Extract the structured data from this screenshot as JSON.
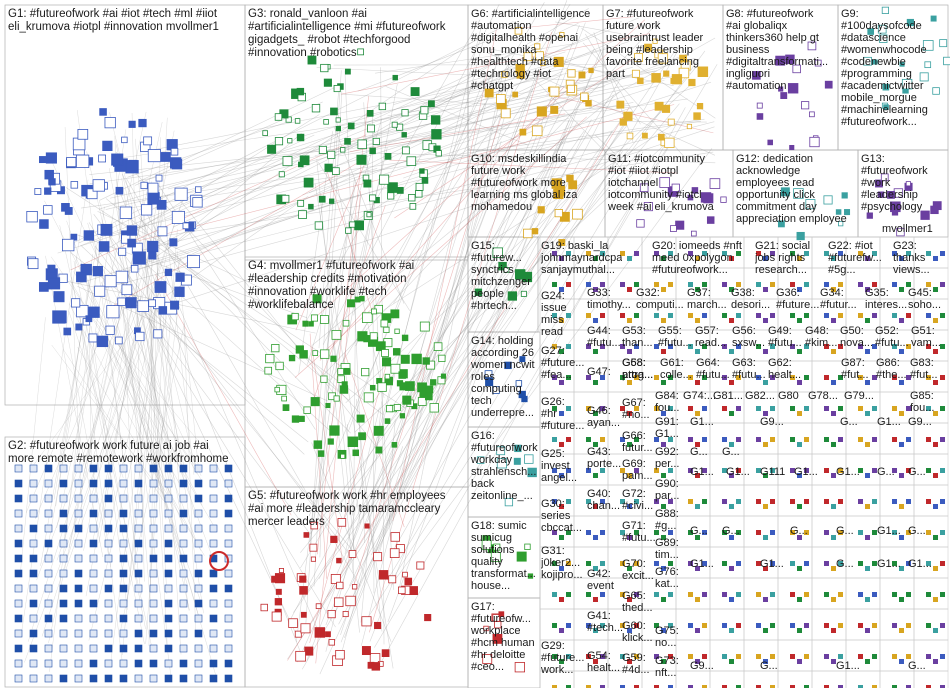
{
  "title": "#futureofwork NodeXL group map",
  "colors": {
    "edge": "#8c8c8c",
    "g1": "#3b5bbf",
    "g2": "#1f4fa8",
    "g3": "#1e8a3a",
    "g4": "#2f9e2f",
    "g5": "#c0282b",
    "g6": "#d8a520",
    "g7": "#e0b030",
    "g8": "#6a3fa0",
    "g9": "#3aa0a0",
    "border": "#b0b0b0",
    "highlight": "#cc2a2a"
  },
  "groups": [
    {
      "id": "G1",
      "text": "G1: #futureofwork #ai #iot #tech #ml #iiot\neli_krumova #iotpl #innovation mvollmer1"
    },
    {
      "id": "G2",
      "text": "G2: #futureofwork work future ai job #ai\nmore remote #remotework #workfromhome"
    },
    {
      "id": "G3",
      "text": "G3: ronald_vanloon #ai\n#artificialintelligence #mi #futureofwork\ngigadgets_ #robot #techforgood\n#innovation #robotics"
    },
    {
      "id": "G4",
      "text": "G4: mvollmer1 #futureofwork #ai\n#leadership credits #motivation\n#innovation #worklife #tech\n#worklifebalance"
    },
    {
      "id": "G5",
      "text": "G5: #futureofwork work #hr employees\n#ai more #leadership tamaramccleary\nmercer leaders"
    },
    {
      "id": "G6",
      "text": "G6: #artificialintelligence\n#automation\n#digitalhealth #openai\nsonu_monika\n#healthtech #data\n#technology #iot\n#chatgpt"
    },
    {
      "id": "G7",
      "text": "G7: #futureofwork\nfuture work\nusebraintrust leader\nbeing #leadership\nfavorite freelancing\npart"
    },
    {
      "id": "G8",
      "text": "G8: #futureofwork\n#ai globaliqx\nthinkers360 help gt\nbusiness\n#digitaltransformati...\ningliguori\n#automation"
    },
    {
      "id": "G9",
      "text": "G9:\n#100daysofcode\n#datascience\n#womenwhocode\n#codenewbie\n#programming\n#academictwitter\nmobile_morgue\n#machinelearning\n#futureofwork..."
    },
    {
      "id": "G10",
      "text": "G10: msdeskillindia\nfuture work\n#futureofwork more\nlearning ms global iza\nmohamedou"
    },
    {
      "id": "G11",
      "text": "G11: #iotcommunity\n#iot #iiot #iotpl\niotchannel\niotcommunity #iotcl\nweek #ai eli_krumova"
    },
    {
      "id": "G12",
      "text": "G12: dedication\nacknowledge\nemployees read\nopportunity click\ncommitment day\nappreciation employee"
    },
    {
      "id": "G13",
      "text": "G13:\n#futureofwork\n#work\n#leadership\n#psychology"
    },
    {
      "id": "G13b",
      "text": "mvollmer1"
    },
    {
      "id": "G14",
      "text": "G14: holding\naccording 26\nwomen ncwit\nroles\ncomputing\ntech\nunderrepre..."
    },
    {
      "id": "G15",
      "text": "G15:\n#futurew...\nsynctrics\nmitchzenger\npeople\n#hrtech..."
    },
    {
      "id": "G16",
      "text": "G16:\n#futureofwork\nworkday\nstrahlensch...\nback\nzeitonline_..."
    },
    {
      "id": "G17",
      "text": "G17:\n#futureofw...\nworkplace\n#hcm human\n#hr deloitte\n#ceo..."
    },
    {
      "id": "G18",
      "text": "G18: sumic\nsumicug\nsolutions\nquality\ntransformat...\nhouse..."
    },
    {
      "id": "G19",
      "text": "G19: baski_la\njohnmaynardcpa\nsanjaymuthal..."
    },
    {
      "id": "G20",
      "text": "G20: iomeeds #nft\nmeed 0xpolygon\n#futureofwork..."
    },
    {
      "id": "G21",
      "text": "G21: social\njobs rights\nresearch..."
    },
    {
      "id": "G22",
      "text": "G22: #iot\n#futurefw...\n#5g..."
    },
    {
      "id": "G23",
      "text": "G23:\nthanks\nviews..."
    },
    {
      "id": "G24",
      "text": "G24:\nissue\nmiss\nread"
    },
    {
      "id": "G25",
      "text": "G25:\ninvest\nangel..."
    },
    {
      "id": "G26",
      "text": "G26:\n#hr\n#future..."
    },
    {
      "id": "G27",
      "text": "G27:\n#future...\n#fea..."
    },
    {
      "id": "G29",
      "text": "G29:\n#future...\nwork..."
    },
    {
      "id": "G30",
      "text": "G30:\nseries\ncbccat..."
    },
    {
      "id": "G31",
      "text": "G31:\nj0ker2...\nkojipro..."
    },
    {
      "id": "G32",
      "text": "G32:\ncomputi..."
    },
    {
      "id": "G33",
      "text": "G33:\ntimothy..."
    },
    {
      "id": "G34",
      "text": "G34:\n#futur..."
    },
    {
      "id": "G35",
      "text": "G35:\ninteres..."
    },
    {
      "id": "G36",
      "text": "G36:\n#future..."
    },
    {
      "id": "G37",
      "text": "G37:\nmarch..."
    },
    {
      "id": "G38",
      "text": "G38:\ndesori..."
    },
    {
      "id": "G40",
      "text": "G40:\nchan..."
    },
    {
      "id": "G41",
      "text": "G41:\n#tech..."
    },
    {
      "id": "G42",
      "text": "G42:\nevent"
    },
    {
      "id": "G43",
      "text": "G43:\nporte..."
    },
    {
      "id": "G44",
      "text": "G44:\n#futu..."
    },
    {
      "id": "G45",
      "text": "G45:\nsoho..."
    },
    {
      "id": "G46",
      "text": "G46:\nayan..."
    },
    {
      "id": "G47",
      "text": "G47:"
    },
    {
      "id": "G48",
      "text": "G48:\n#kim..."
    },
    {
      "id": "G49",
      "text": "G49:\n#futu..."
    },
    {
      "id": "G50",
      "text": "G50:\nnova..."
    },
    {
      "id": "G51",
      "text": "G51:\nvam..."
    },
    {
      "id": "G52",
      "text": "G52:\n#futu..."
    },
    {
      "id": "G53",
      "text": "G53:\nthan..."
    },
    {
      "id": "G54",
      "text": "G54:\nhealt..."
    },
    {
      "id": "G55",
      "text": "G55:\n#futu..."
    },
    {
      "id": "G56",
      "text": "G56:\nsxsw..."
    },
    {
      "id": "G57",
      "text": "G57:\nread..."
    },
    {
      "id": "G58",
      "text": "G58:\nattra..."
    },
    {
      "id": "G59",
      "text": "G59:\n#4d..."
    },
    {
      "id": "G60",
      "text": "G60:\nklick..."
    },
    {
      "id": "G61",
      "text": "G61:\ncolle..."
    },
    {
      "id": "G62",
      "text": "G62:\nhealt..."
    },
    {
      "id": "G63",
      "text": "G63:\n#futu..."
    },
    {
      "id": "G64",
      "text": "G64:\n#futu..."
    },
    {
      "id": "G65",
      "text": "G65:\nthed..."
    },
    {
      "id": "G66",
      "text": "G66:\nfutur..."
    },
    {
      "id": "G67",
      "text": "G67:\n#no..."
    },
    {
      "id": "G68",
      "text": "G68:\nprog..."
    },
    {
      "id": "G69",
      "text": "G69:\npam..."
    },
    {
      "id": "G70",
      "text": "G70:\nexcit..."
    },
    {
      "id": "G71",
      "text": "G71:\n#futu..."
    },
    {
      "id": "G72",
      "text": "G72:\n#civi..."
    },
    {
      "id": "G73",
      "text": "G73:\nnft..."
    },
    {
      "id": "G74",
      "text": "G74:..."
    },
    {
      "id": "G75",
      "text": "G75:\nno..."
    },
    {
      "id": "G76",
      "text": "G76:\nkat..."
    },
    {
      "id": "G78",
      "text": "G78..."
    },
    {
      "id": "G79",
      "text": "G79..."
    },
    {
      "id": "G80",
      "text": "G80"
    },
    {
      "id": "G81",
      "text": "G81..."
    },
    {
      "id": "G82",
      "text": "G82..."
    },
    {
      "id": "G83",
      "text": "G83:\n#fut..."
    },
    {
      "id": "G84",
      "text": "G84:\nfou..."
    },
    {
      "id": "G85",
      "text": "G85:\nfou..."
    },
    {
      "id": "G86",
      "text": "G86:\n#the..."
    },
    {
      "id": "G87",
      "text": "G87:\n#fut..."
    },
    {
      "id": "G88",
      "text": "G88:\n#g..."
    },
    {
      "id": "G89",
      "text": "G89:\ntim..."
    },
    {
      "id": "G90",
      "text": "G90:\npar..."
    },
    {
      "id": "G91",
      "text": "G91:\nG1..."
    },
    {
      "id": "G92",
      "text": "G92:\nper..."
    },
    {
      "id": "G111",
      "text": "G111"
    }
  ],
  "tiny_labels": [
    "G1...",
    "G9...",
    "G...",
    "G1...",
    "G9...",
    "G...",
    "G...",
    "G1...",
    "G1...",
    "G1...",
    "G1...",
    "G...",
    "G...",
    "G...",
    "G...",
    "G...",
    "G...",
    "G1...",
    "G...",
    "G1...",
    "G1...",
    "G...",
    "G1...",
    "G1...",
    "G9...",
    "G...",
    "G1...",
    "G..."
  ]
}
